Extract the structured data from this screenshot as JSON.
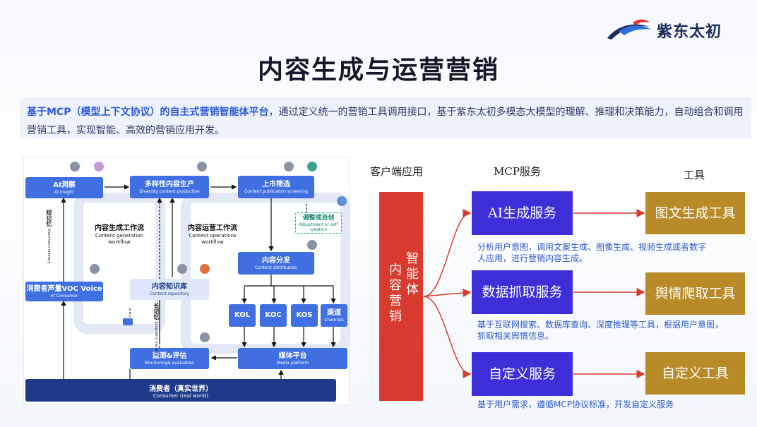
{
  "brand": {
    "name": "紫东太初",
    "colors": {
      "red": "#e3342f",
      "navy": "#1a2b5c"
    }
  },
  "title": "内容生成与运营营销",
  "intro": {
    "highlight": "基于MCP（模型上下文协议）的自主式营销智能体平台",
    "rest": "，通过定义统一的营销工具调用接口，基于紫东太初多模态大模型的理解、推理和决策能力，自动组合和调用营销工具，实现智能、高效的营销应用开发。"
  },
  "workflow": {
    "nodes": {
      "ai_insight": {
        "zh": "AI洞察",
        "en": "AI insight"
      },
      "diversity": {
        "zh": "多样性内容生产",
        "en": "Diversity content production"
      },
      "screening": {
        "zh": "上市筛选",
        "en": "Content publication screening"
      },
      "adjust": {
        "zh": "调整或自创",
        "en": "Adjustment or self creation"
      },
      "distribution": {
        "zh": "内容分发",
        "en": "Content distribution"
      },
      "voc": {
        "zh": "消费者声量VOC Voice",
        "en": "of Consumer"
      },
      "repository": {
        "zh": "内容知识库",
        "en": "Content repository"
      },
      "monitoring": {
        "zh": "监测&评估",
        "en": "Monitoring& evaluation"
      },
      "media": {
        "zh": "媒体平台",
        "en": "Media platform"
      },
      "kol": "KOL",
      "koc": "KOC",
      "kos": "KOS",
      "channels": {
        "zh": "渠道",
        "en": "Channels"
      },
      "consumer": {
        "zh": "消费者（真实世界）",
        "en": "Consumer (real world)"
      }
    },
    "flows": {
      "generation": {
        "zh": "内容生成工作流",
        "en1": "Content generation",
        "en2": "workflow"
      },
      "operations": {
        "zh": "内容运营工作流",
        "en1": "Content operations",
        "en2": "workflow"
      }
    },
    "memory": {
      "short": {
        "zh": "短记忆",
        "en": "Short-term memory"
      },
      "long": {
        "zh": "长记忆",
        "en": "Long-term memory"
      }
    },
    "colors": {
      "primary": "#3f6fe0",
      "light": "#dfe8fb",
      "navy": "#1e3a8a",
      "green": "#19a98a"
    }
  },
  "mcp": {
    "headers": {
      "client": "客户端应用",
      "service": "MCP服务",
      "tools": "工具"
    },
    "agent": {
      "col1": "内容营销",
      "col2": "智能体"
    },
    "rows": [
      {
        "service": "AI生成服务",
        "tool": "图文生成工具",
        "desc_line1": "分析用户意图，调用文案生成、图像生成、视频生成或者数字",
        "desc_line2": "人应用，进行营销内容生成。"
      },
      {
        "service": "数据抓取服务",
        "tool": "舆情爬取工具",
        "desc_line1": "基于互联网搜索、数据库查询、深度推理等工具，根据用户意图，",
        "desc_line2": "抓取相关舆情信息。"
      },
      {
        "service": "自定义服务",
        "tool": "自定义工具",
        "desc_line1": "基于用户需求，遵循MCP协议标准，开发自定义服务",
        "desc_line2": ""
      }
    ],
    "colors": {
      "agent": "#d83a2e",
      "service": "#3d2fd8",
      "tool": "#b88a28",
      "desc": "#2b58c9"
    }
  }
}
